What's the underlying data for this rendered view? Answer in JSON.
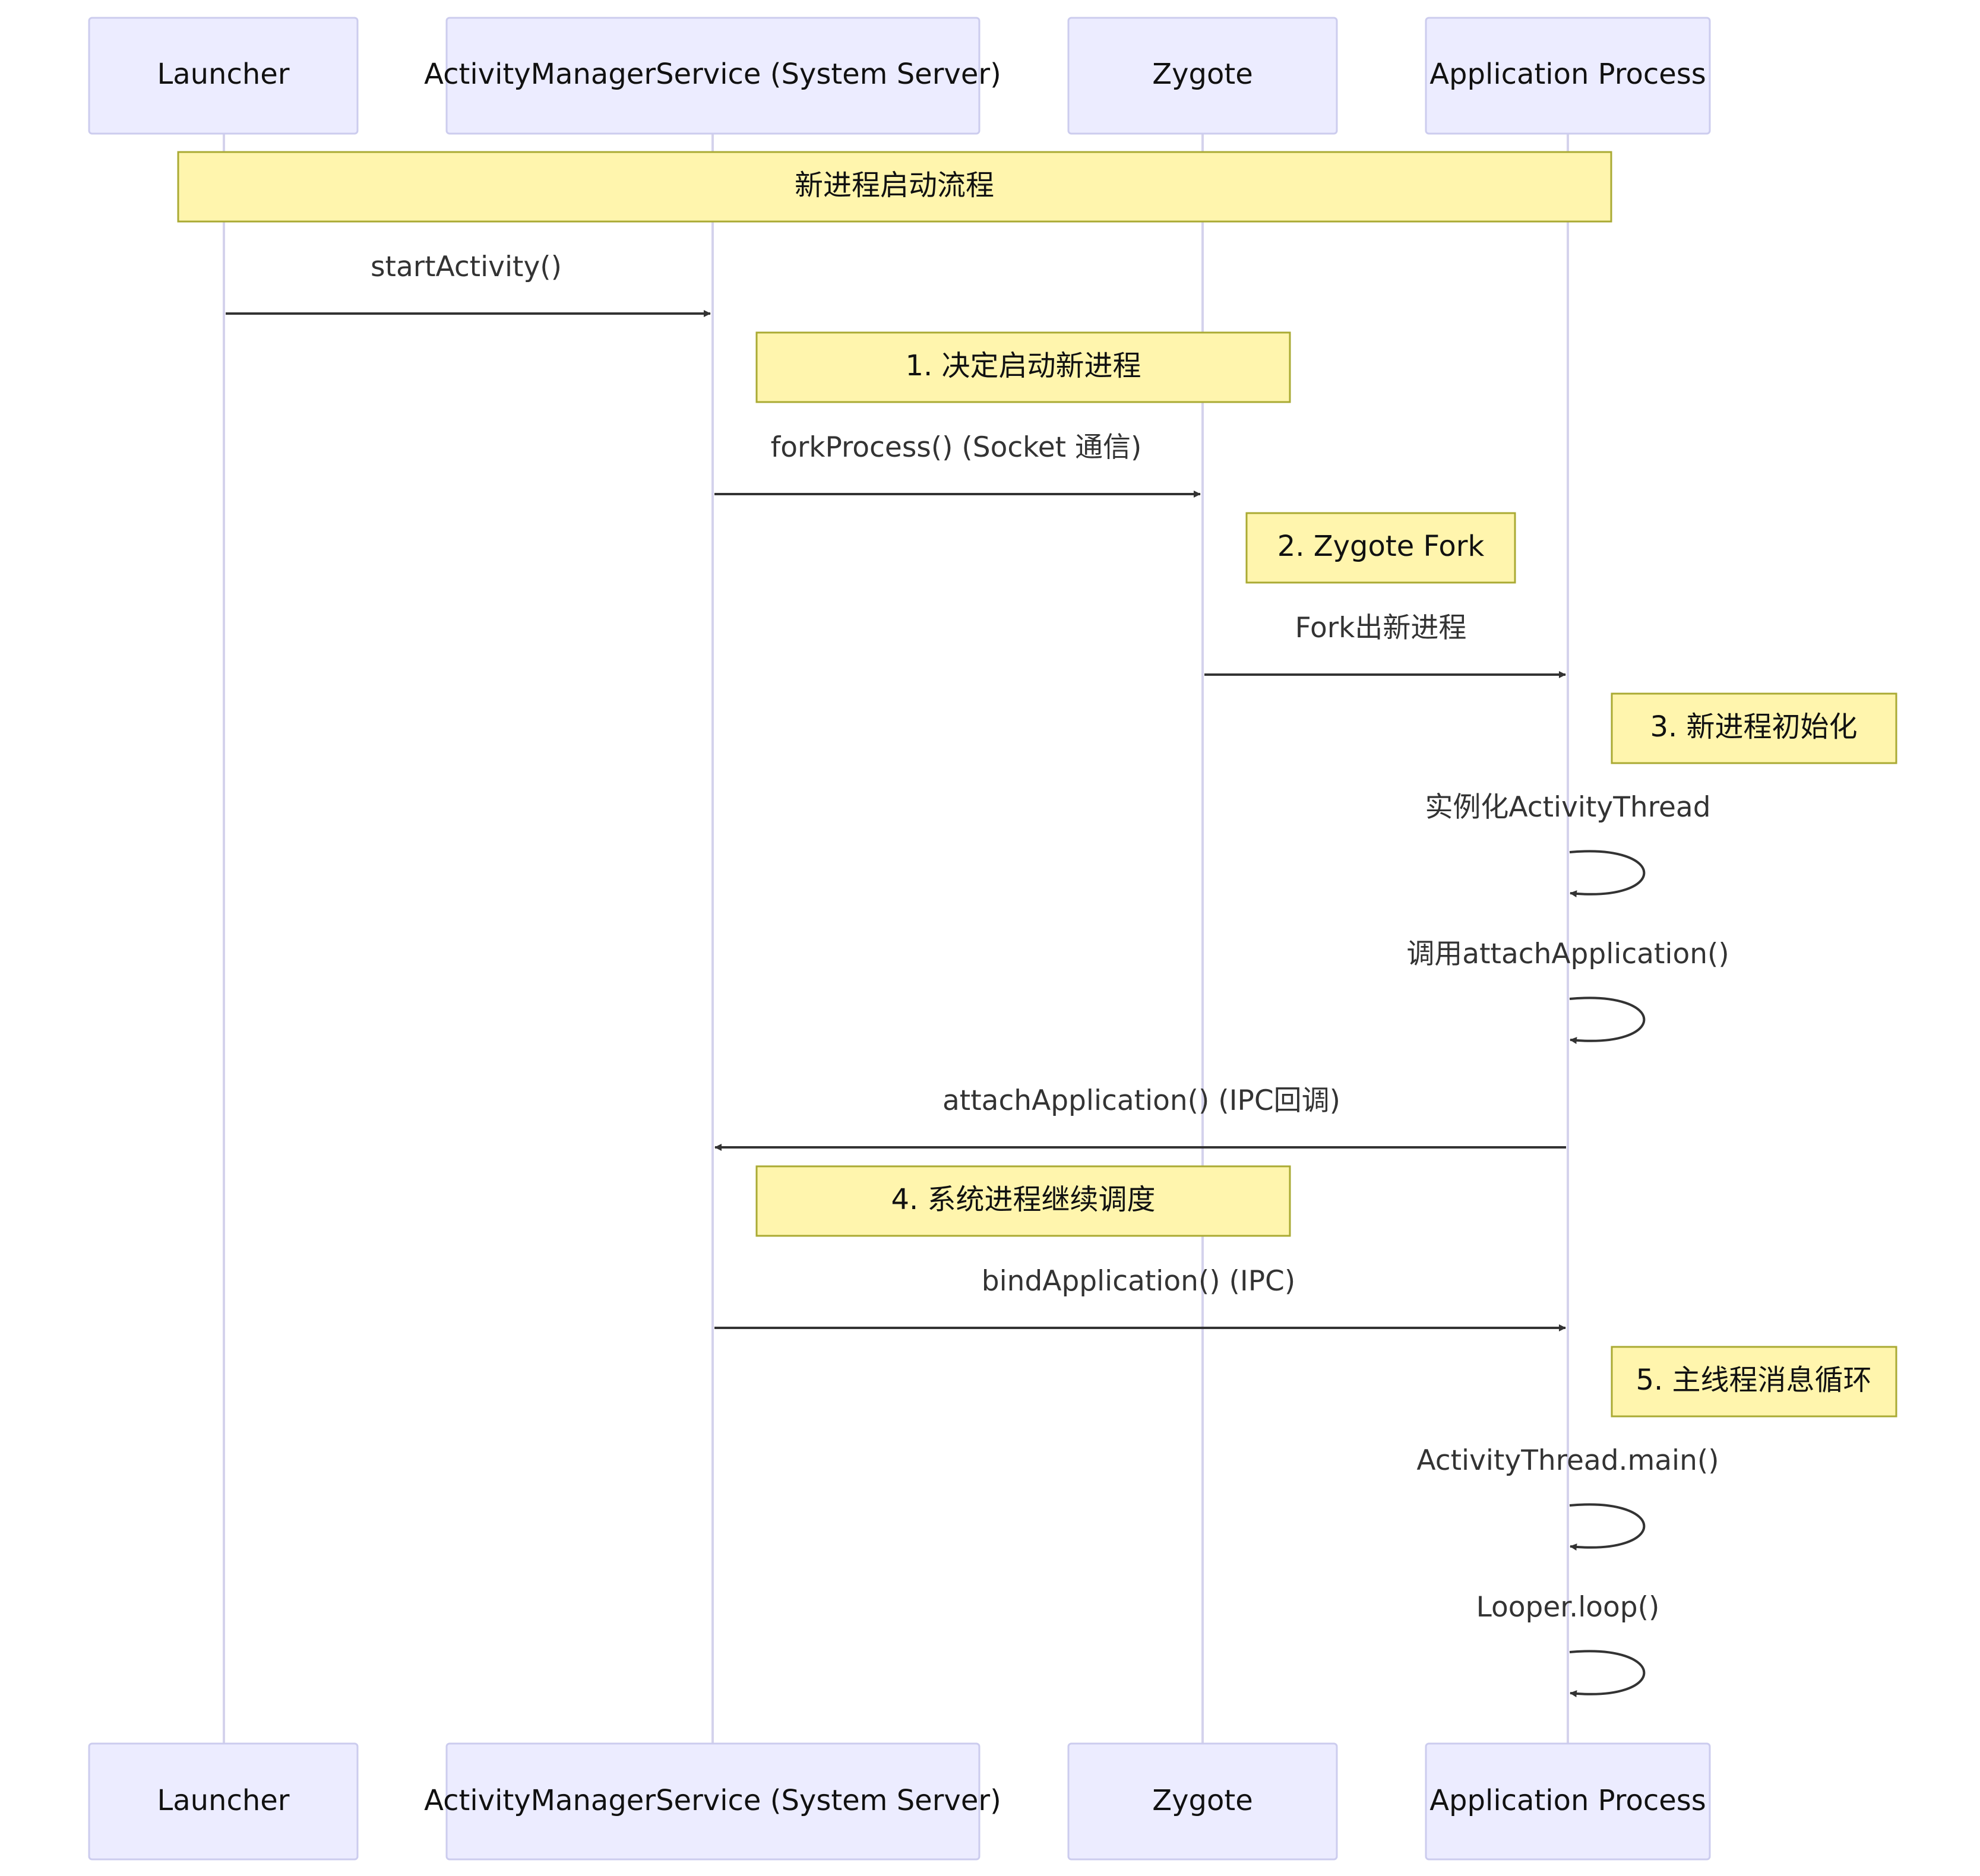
{
  "participants": [
    {
      "id": "launcher",
      "label": "Launcher"
    },
    {
      "id": "ams",
      "label": "ActivityManagerService (System Server)"
    },
    {
      "id": "zygote",
      "label": "Zygote"
    },
    {
      "id": "app",
      "label": "Application Process"
    }
  ],
  "notes": [
    {
      "id": "note-overall",
      "text": "新进程启动流程"
    },
    {
      "id": "note-step1",
      "text": "1. 决定启动新进程"
    },
    {
      "id": "note-step2",
      "text": "2. Zygote Fork"
    },
    {
      "id": "note-step3",
      "text": "3. 新进程初始化"
    },
    {
      "id": "note-step4",
      "text": "4. 系统进程继续调度"
    },
    {
      "id": "note-step5",
      "text": "5. 主线程消息循环"
    }
  ],
  "messages": [
    {
      "id": "msg-start-activity",
      "from": "launcher",
      "to": "ams",
      "label": "startActivity()"
    },
    {
      "id": "msg-fork-process",
      "from": "ams",
      "to": "zygote",
      "label": "forkProcess() (Socket 通信)"
    },
    {
      "id": "msg-fork-new",
      "from": "zygote",
      "to": "app",
      "label": "Fork出新进程"
    },
    {
      "id": "msg-instantiate",
      "from": "app",
      "to": "app",
      "label": "实例化ActivityThread"
    },
    {
      "id": "msg-call-attach",
      "from": "app",
      "to": "app",
      "label": "调用attachApplication()"
    },
    {
      "id": "msg-attach-app",
      "from": "app",
      "to": "ams",
      "label": "attachApplication() (IPC回调)"
    },
    {
      "id": "msg-bind-app",
      "from": "ams",
      "to": "app",
      "label": "bindApplication() (IPC)"
    },
    {
      "id": "msg-main",
      "from": "app",
      "to": "app",
      "label": "ActivityThread.main()"
    },
    {
      "id": "msg-loop",
      "from": "app",
      "to": "app",
      "label": "Looper.loop()"
    }
  ],
  "colors": {
    "actor_fill": "#ECECFF",
    "actor_stroke": "#CCCCEE",
    "lifeline": "#D4D2EC",
    "note_fill": "#FFF5AD",
    "note_stroke": "#AAAA33",
    "arrow": "#333333"
  }
}
